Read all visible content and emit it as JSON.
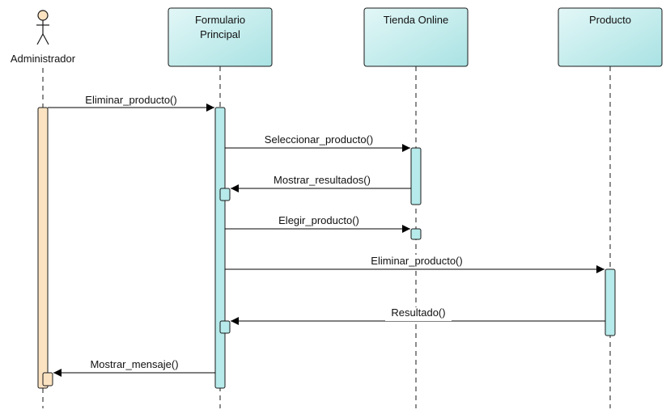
{
  "actor": {
    "name": "Administrador"
  },
  "lifelines": [
    {
      "id": "formulario",
      "title_lines": [
        "Formulario",
        "Principal"
      ]
    },
    {
      "id": "tienda",
      "title_lines": [
        "Tienda Online"
      ]
    },
    {
      "id": "producto",
      "title_lines": [
        "Producto"
      ]
    }
  ],
  "messages": [
    {
      "label": "Eliminar_producto()",
      "from": "Administrador",
      "to": "Formulario Principal",
      "kind": "call"
    },
    {
      "label": "Seleccionar_producto()",
      "from": "Formulario Principal",
      "to": "Tienda Online",
      "kind": "call"
    },
    {
      "label": "Mostrar_resultados()",
      "from": "Tienda Online",
      "to": "Formulario Principal",
      "kind": "call"
    },
    {
      "label": "Elegir_producto()",
      "from": "Formulario Principal",
      "to": "Tienda Online",
      "kind": "call"
    },
    {
      "label": "Eliminar_producto()",
      "from": "Formulario Principal",
      "to": "Producto",
      "kind": "call"
    },
    {
      "label": "Resultado()",
      "from": "Producto",
      "to": "Formulario Principal",
      "kind": "call"
    },
    {
      "label": "Mostrar_mensaje()",
      "from": "Formulario Principal",
      "to": "Administrador",
      "kind": "call"
    }
  ],
  "colors": {
    "lifeline_box": "#b7eaea",
    "activation_cyan": "#b7eaea",
    "activation_actor": "#fbe3c2",
    "actor_fill": "#fbe3c2",
    "stroke": "#1a1a1a"
  }
}
